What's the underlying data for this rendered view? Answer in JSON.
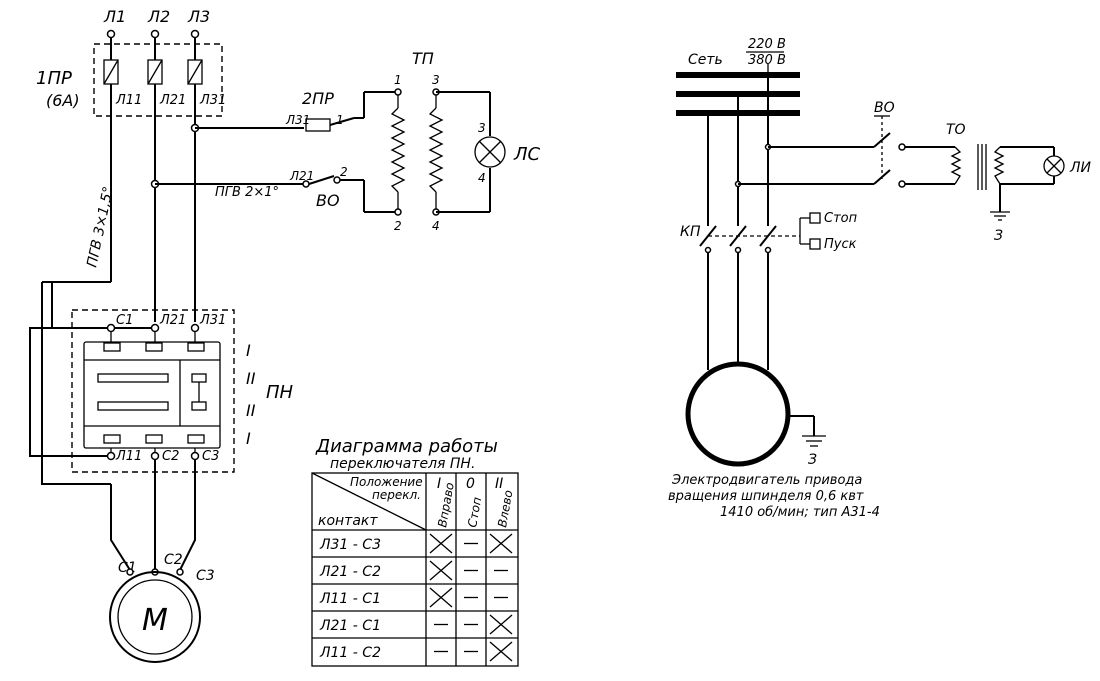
{
  "left": {
    "phase_labels": [
      "Л1",
      "Л2",
      "Л3"
    ],
    "fuse1_label": "1ПР",
    "fuse1_rating": "(6А)",
    "fuse_out_labels": [
      "Л11",
      "Л21",
      "Л31"
    ],
    "cable1": "ПГВ 3×1,5°",
    "cable2": "ПГВ 2×1°",
    "fuse2_label": "2ПР",
    "tp_label": "ТП",
    "lamp_label": "ЛС",
    "switch_label": "ВО",
    "wire_l31": "Л31",
    "wire_l21": "Л21",
    "term_labels": [
      "1",
      "2",
      "3",
      "4",
      "1",
      "2",
      "3",
      "4"
    ],
    "pn_label": "ПН",
    "pn_positions": [
      "I",
      "II",
      "II",
      "I"
    ],
    "pn_top_labels": [
      "С1",
      "Л21",
      "Л31"
    ],
    "pn_bottom_labels": [
      "Л11",
      "С2",
      "С3"
    ],
    "motor_terms": [
      "С1",
      "С2",
      "С3"
    ],
    "motor_label": "М"
  },
  "table": {
    "title": "Диаграмма работы",
    "subtitle": "переключателя ПН.",
    "header_diag_top": "Положение",
    "header_diag_mid": "перекл.",
    "header_diag_bottom": "контакт",
    "columns": [
      {
        "num": "I",
        "name": "Вправо"
      },
      {
        "num": "0",
        "name": "Стоп"
      },
      {
        "num": "II",
        "name": "Влево"
      }
    ],
    "rows": [
      {
        "contact": "Л31 - С3",
        "cells": [
          "x",
          "-",
          "x"
        ]
      },
      {
        "contact": "Л21 - С2",
        "cells": [
          "x",
          "-",
          "-"
        ]
      },
      {
        "contact": "Л11 - С1",
        "cells": [
          "x",
          "-",
          "-"
        ]
      },
      {
        "contact": "Л21 - С1",
        "cells": [
          "-",
          "-",
          "x"
        ]
      },
      {
        "contact": "Л11 - С2",
        "cells": [
          "-",
          "-",
          "x"
        ]
      }
    ]
  },
  "right": {
    "net_label": "Сеть",
    "voltage1": "220 В",
    "voltage2": "380 В",
    "switch_label": "ВО",
    "transformer_label": "ТО",
    "lamp_label": "ЛИ",
    "ground_label": "З",
    "contactor_label": "КП",
    "stop_label": "Стоп",
    "start_label": "Пуск",
    "motor_ground_label": "З",
    "caption_line1": "Электродвигатель привода",
    "caption_line2": "вращения шпинделя 0,6 квт",
    "caption_line3": "1410 об/мин; тип А31-4"
  }
}
